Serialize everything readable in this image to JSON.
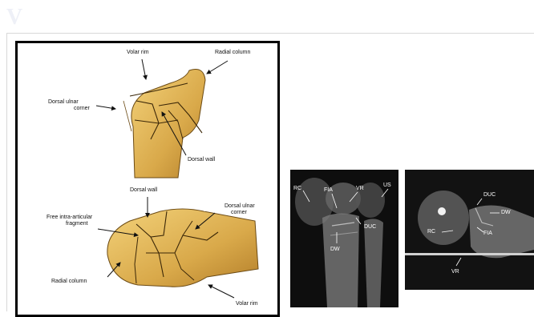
{
  "watermark": "V",
  "illustration": {
    "labels": {
      "volar_rim_top": "Volar rim",
      "radial_column_top": "Radial column",
      "dorsal_ulnar_corner_top_1": "Dorsal ulnar",
      "dorsal_ulnar_corner_top_2": "corner",
      "dorsal_wall_top": "Dorsal wall",
      "dorsal_wall_bottom": "Dorsal wall",
      "free_fragment_1": "Free intra-articular",
      "free_fragment_2": "fragment",
      "dorsal_ulnar_corner_bottom_1": "Dorsal ulnar",
      "dorsal_ulnar_corner_bottom_2": "corner",
      "radial_column_bottom": "Radial column",
      "volar_rim_bottom": "Volar rim"
    }
  },
  "xray_pa": {
    "labels": {
      "rc": "RC",
      "fia": "FIA",
      "vr": "VR",
      "us": "US",
      "duc": "DUC",
      "dw": "DW"
    }
  },
  "xray_lat": {
    "labels": {
      "duc": "DUC",
      "dw": "DW",
      "rc": "RC",
      "fia": "FIA",
      "vr": "VR"
    }
  }
}
